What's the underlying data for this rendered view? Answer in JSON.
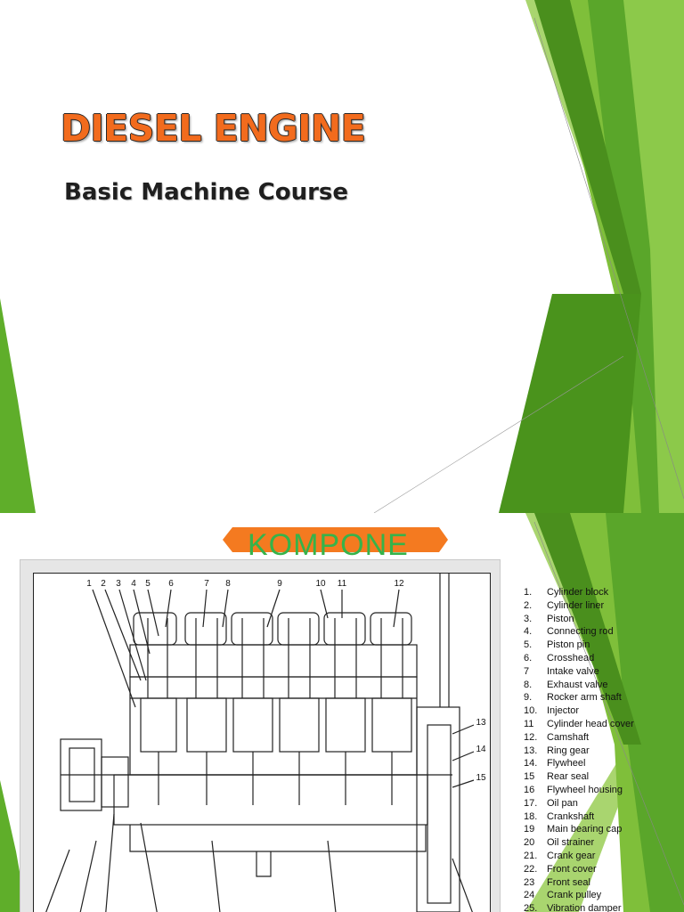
{
  "slide1": {
    "title": "DIESEL ENGINE",
    "subtitle": "Basic Machine Course"
  },
  "slide2": {
    "banner": "KOMPONE",
    "diagram_callouts": [
      "1",
      "2",
      "3",
      "4",
      "5",
      "6",
      "7",
      "8",
      "9",
      "10",
      "11",
      "12",
      "13",
      "14",
      "15"
    ],
    "legend": [
      {
        "num": "1.",
        "label": "Cylinder block"
      },
      {
        "num": "2.",
        "label": "Cylinder liner"
      },
      {
        "num": "3.",
        "label": "Piston"
      },
      {
        "num": "4.",
        "label": "Connecting rod"
      },
      {
        "num": "5.",
        "label": "Piston pin"
      },
      {
        "num": "6.",
        "label": "Crosshead"
      },
      {
        "num": "7",
        "label": "Intake valve"
      },
      {
        "num": "8.",
        "label": "Exhaust valve"
      },
      {
        "num": "9.",
        "label": "Rocker arm shaft"
      },
      {
        "num": "10.",
        "label": "Injector"
      },
      {
        "num": "11",
        "label": "Cylinder head cover"
      },
      {
        "num": "12.",
        "label": "Camshaft"
      },
      {
        "num": "13.",
        "label": "Ring gear"
      },
      {
        "num": "14.",
        "label": "Flywheel"
      },
      {
        "num": "15",
        "label": "Rear seal"
      },
      {
        "num": "16",
        "label": "Flywheel housing"
      },
      {
        "num": "17.",
        "label": "Oil pan"
      },
      {
        "num": "18.",
        "label": "Crankshaft"
      },
      {
        "num": "19",
        "label": "Main bearing cap"
      },
      {
        "num": "20",
        "label": "Oil strainer"
      },
      {
        "num": "21.",
        "label": "Crank gear"
      },
      {
        "num": "22.",
        "label": "Front cover"
      },
      {
        "num": "23",
        "label": "Front seal"
      },
      {
        "num": "24",
        "label": "Crank pulley"
      },
      {
        "num": "25.",
        "label": "Vibration damper"
      }
    ]
  },
  "colors": {
    "accent_orange": "#f26b1d",
    "green_dark": "#4f9a1e",
    "green_mid": "#6cb52d",
    "green_light": "#a8d66b",
    "banner_text": "#36b34a"
  }
}
